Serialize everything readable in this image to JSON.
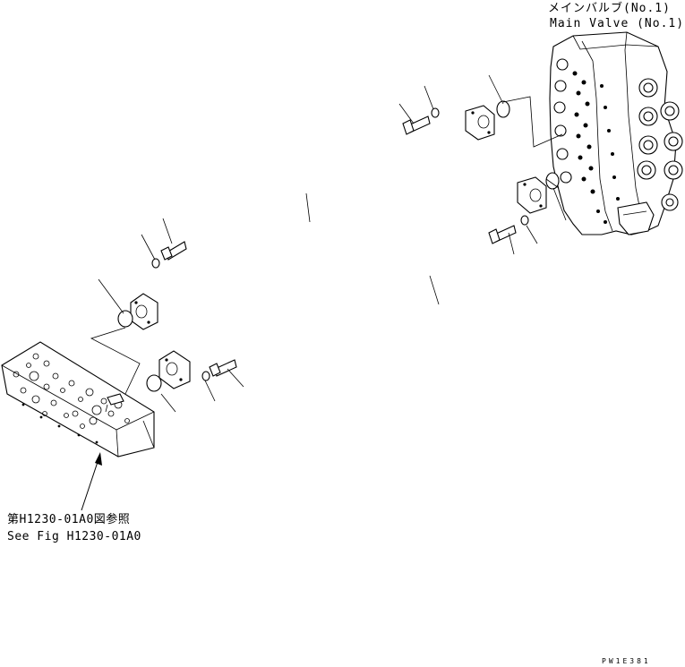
{
  "labels": {
    "main_valve_ja": "メインバルブ(No.1)",
    "main_valve_en": "Main Valve (No.1)",
    "see_fig_ja": "第H1230-01A0図参照",
    "see_fig_en": "See Fig H1230-01A0",
    "drawing_code": "PW1E381"
  },
  "icons": [
    "main-valve-icon",
    "manifold-block-icon",
    "tube-icon",
    "flange-icon",
    "o-ring-icon",
    "bolt-icon",
    "washer-icon",
    "arrow-icon"
  ],
  "colors": {
    "line": "#000000",
    "background": "#ffffff"
  }
}
